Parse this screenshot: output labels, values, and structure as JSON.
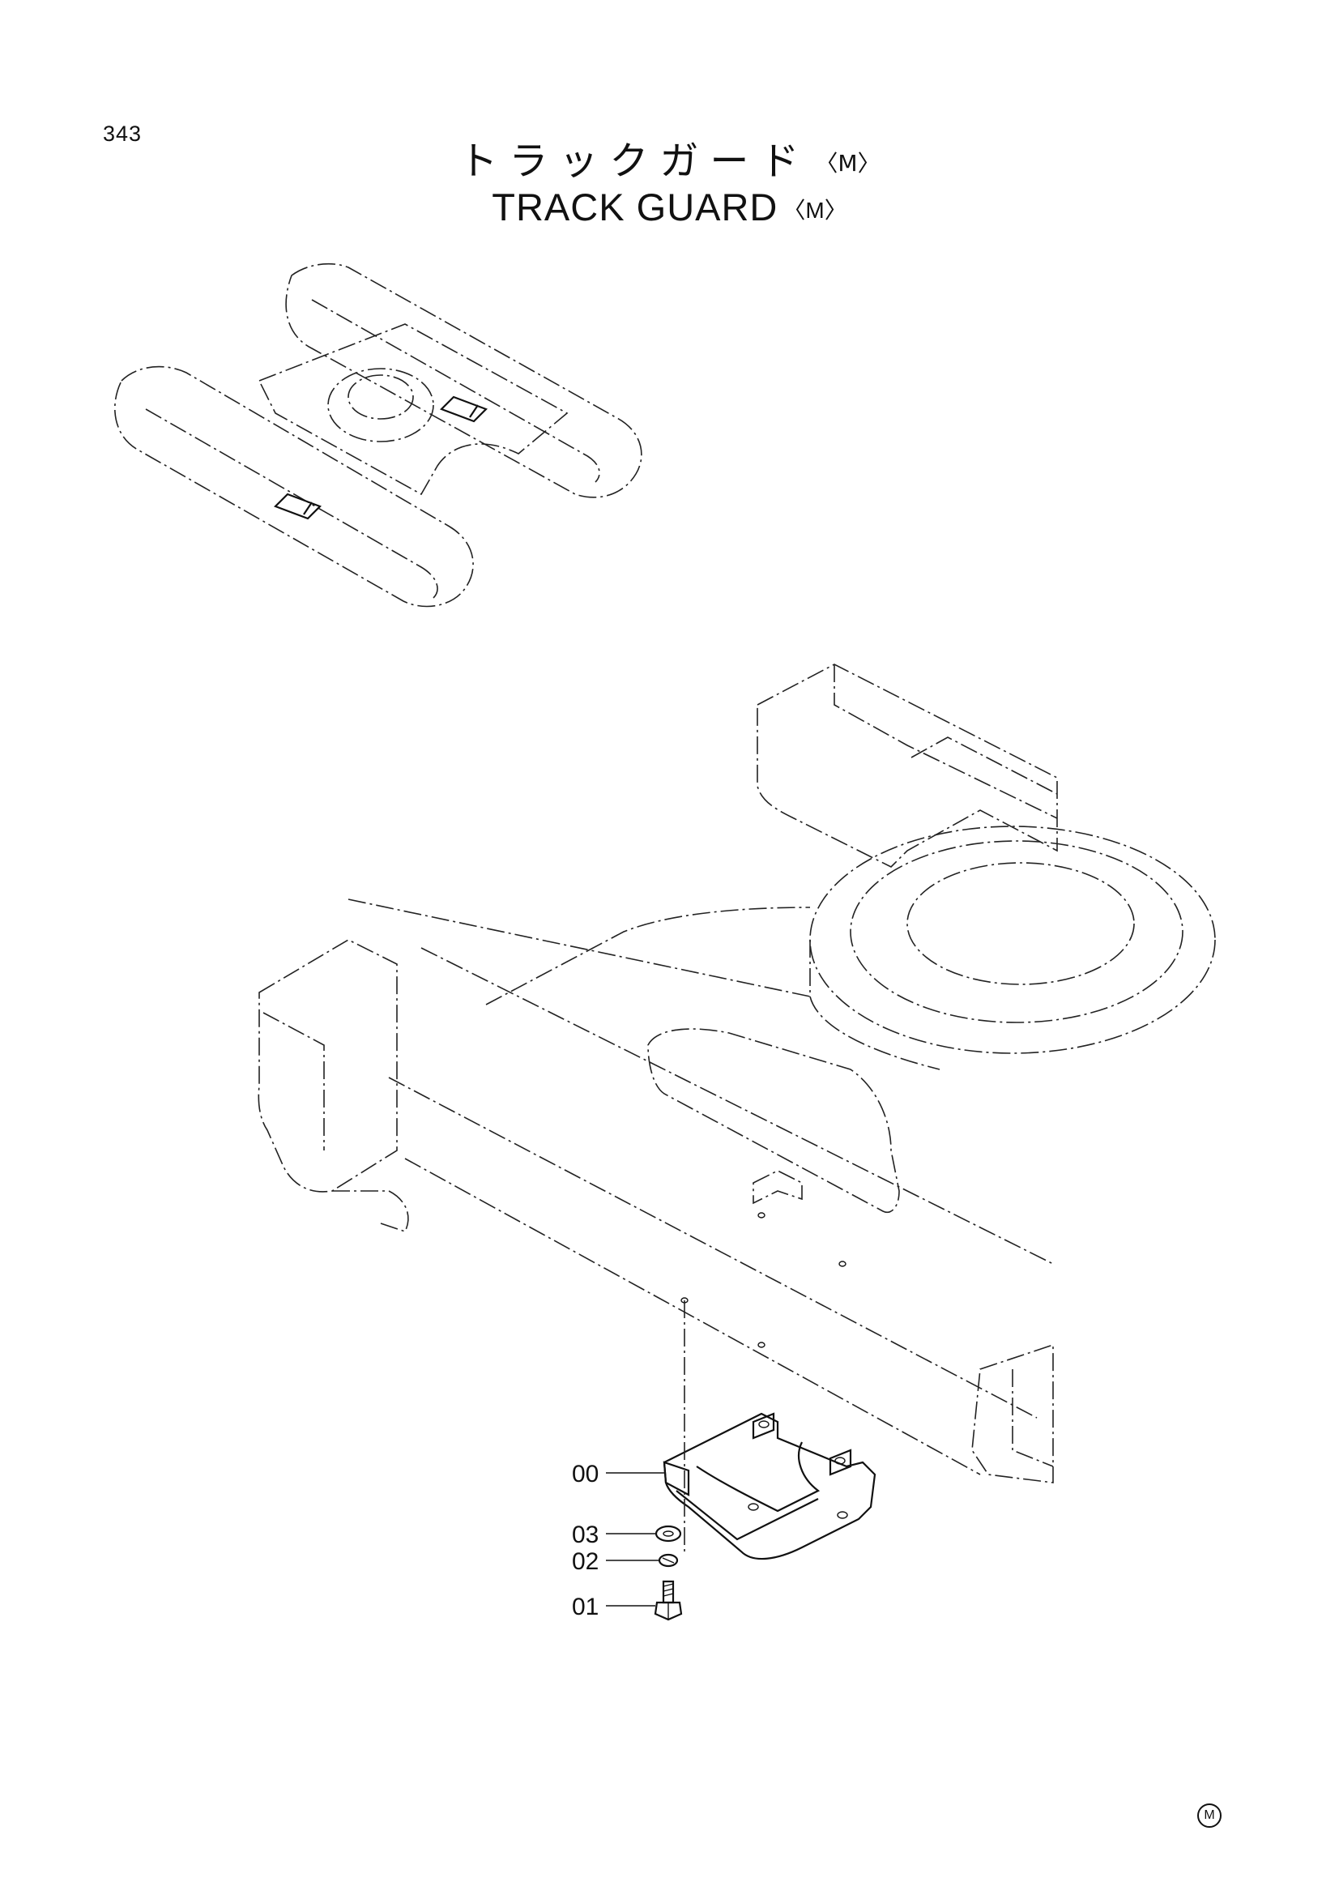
{
  "page_number": "343",
  "title": {
    "japanese": "トラックガード",
    "english": "TRACK GUARD",
    "suffix": "〈M〉"
  },
  "callouts": [
    {
      "id": "00"
    },
    {
      "id": "03"
    },
    {
      "id": "02"
    },
    {
      "id": "01"
    }
  ],
  "corner_mark": "M"
}
